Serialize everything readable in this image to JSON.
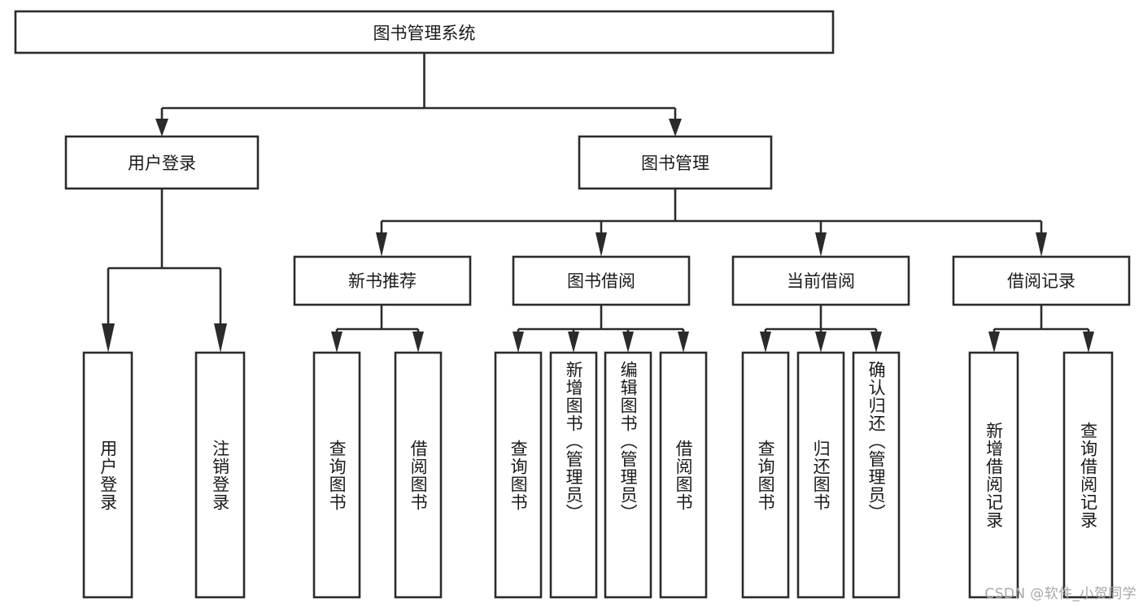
{
  "diagram": {
    "type": "tree",
    "title": "图书管理系统",
    "orientation": "top-down",
    "background_color": "#ffffff",
    "stroke_color": "#2b2b2b",
    "text_color": "#1a1a1a",
    "root": {
      "id": "root",
      "label": "图书管理系统",
      "orientation": "horizontal"
    },
    "level2": [
      {
        "id": "user-login",
        "label": "用户登录",
        "orientation": "horizontal"
      },
      {
        "id": "book-manage",
        "label": "图书管理",
        "orientation": "horizontal"
      }
    ],
    "level3": [
      {
        "id": "new-book-rec",
        "label": "新书推荐",
        "parent": "book-manage",
        "orientation": "horizontal"
      },
      {
        "id": "book-borrow",
        "label": "图书借阅",
        "parent": "book-manage",
        "orientation": "horizontal"
      },
      {
        "id": "current-borrow",
        "label": "当前借阅",
        "parent": "book-manage",
        "orientation": "horizontal"
      },
      {
        "id": "borrow-record",
        "label": "借阅记录",
        "parent": "book-manage",
        "orientation": "horizontal"
      }
    ],
    "leaves": [
      {
        "id": "leaf-user-login",
        "label": "用户登录",
        "parent": "user-login",
        "orientation": "vertical"
      },
      {
        "id": "leaf-logout",
        "label": "注销登录",
        "parent": "user-login",
        "orientation": "vertical"
      },
      {
        "id": "leaf-query-book-1",
        "label": "查询图书",
        "parent": "new-book-rec",
        "orientation": "vertical"
      },
      {
        "id": "leaf-borrow-book-1",
        "label": "借阅图书",
        "parent": "new-book-rec",
        "orientation": "vertical"
      },
      {
        "id": "leaf-query-book-2",
        "label": "查询图书",
        "parent": "book-borrow",
        "orientation": "vertical"
      },
      {
        "id": "leaf-add-book",
        "label": "新增图书（管理员）",
        "parent": "book-borrow",
        "orientation": "vertical"
      },
      {
        "id": "leaf-edit-book",
        "label": "编辑图书（管理员）",
        "parent": "book-borrow",
        "orientation": "vertical"
      },
      {
        "id": "leaf-borrow-book-2",
        "label": "借阅图书",
        "parent": "book-borrow",
        "orientation": "vertical"
      },
      {
        "id": "leaf-query-book-3",
        "label": "查询图书",
        "parent": "current-borrow",
        "orientation": "vertical"
      },
      {
        "id": "leaf-return-book",
        "label": "归还图书",
        "parent": "current-borrow",
        "orientation": "vertical"
      },
      {
        "id": "leaf-confirm-return",
        "label": "确认归还（管理员）",
        "parent": "current-borrow",
        "orientation": "vertical"
      },
      {
        "id": "leaf-add-record",
        "label": "新增借阅记录",
        "parent": "borrow-record",
        "orientation": "vertical"
      },
      {
        "id": "leaf-query-record",
        "label": "查询借阅记录",
        "parent": "borrow-record",
        "orientation": "vertical"
      }
    ]
  },
  "watermark": {
    "text": "CSDN @软件_小贺同学"
  }
}
